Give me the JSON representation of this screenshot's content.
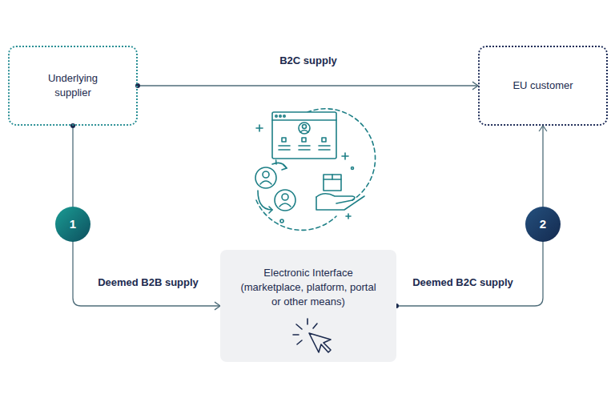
{
  "diagram": {
    "nodes": [
      {
        "text": [
          "Underlying supplier"
        ]
      },
      {
        "text": [
          "EU customer"
        ]
      },
      {
        "text": [
          "Electronic Interface (marketplace, platform, portal or other means)"
        ]
      }
    ],
    "edges": [
      {
        "from": 0,
        "to": 1,
        "label": "B2C supply",
        "arrow": "to"
      },
      {
        "from": 0,
        "to": 2,
        "label": "Deemed B2B supply",
        "arrow": "to"
      },
      {
        "from": 2,
        "to": 1,
        "label": "Deemed B2C supply",
        "arrow": "to"
      }
    ],
    "labels": [
      "1",
      "2"
    ]
  }
}
